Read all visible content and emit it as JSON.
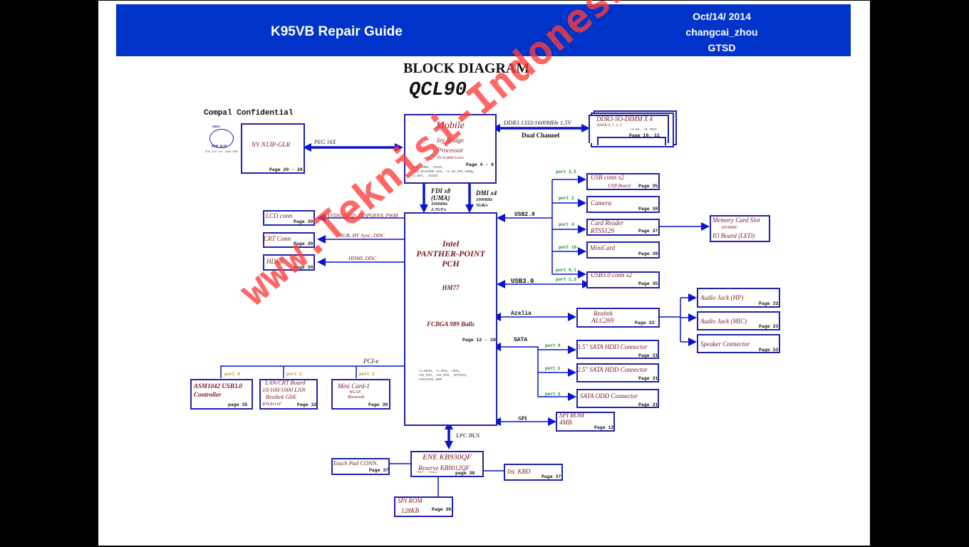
{
  "banner": {
    "title": "K95VB Repair Guide",
    "date": "Oct/14/ 2014",
    "author": "changcai_zhou",
    "dept": "GTSD"
  },
  "diagram": {
    "title": "BLOCK DIAGRAM",
    "model": "QCL90",
    "confidential": "Compal Confidential",
    "pcb_logo": {
      "top": "ZZZ1",
      "mid": "PCB M/B",
      "note": "PCB D/B for Lead ROM"
    },
    "colors": {
      "box_border": "#2222aa",
      "arrow": "#0a14d0",
      "label": "#7a1a22",
      "port": "#1a8a2a",
      "banner": "#0033c9",
      "watermark": "#ff3c3c"
    },
    "gpu": {
      "label": "NV N13P-GLR",
      "page": "Page 20 - 28"
    },
    "peg": "PEG 16X",
    "cpu": {
      "l1": "Mobile",
      "l2": "Ivy Bridge",
      "l3": "Processor",
      "socket": "rPGA 988B Socket",
      "page": "Page 4 - 9",
      "rails": [
        "+VCC_CORE, +VCCP,",
        "+VCC_GFXCORE_AXG, +1.5V_CPU_VDDQ,",
        "+1.8VS, _VCCSA"
      ]
    },
    "ddr": {
      "bus": "DDR3 1333/1600MHz 1.5V",
      "channel": "Dual Channel",
      "label": "DDR3-SO-DIMM X 4",
      "bank": "BANK 0, 1, 2, 3",
      "rail": "+1.5V, +0.75VS",
      "page": "Page 10, 11"
    },
    "fdi": {
      "l1": "FDI x8",
      "l2": "(UMA)",
      "l3": "100MHz",
      "l4": "2.7GT/s"
    },
    "dmi": {
      "l1": "DMI x4",
      "l2": "100MHz",
      "l3": "5GB/s"
    },
    "pch": {
      "l1": "Intel",
      "l2": "PANTHER-POINT",
      "l3": "PCH",
      "chip": "HM77",
      "pkg": "FCBGA 989 Balls",
      "page": "Page 12 - 19",
      "rails": [
        "+1.05VS, +1.8VS, +3VS,",
        "+3V_PCH, +5V_PCH, +RTCVCC,",
        "+VCCAFDI_VRM"
      ]
    },
    "display": [
      {
        "label": "LCD conn",
        "page": "Page 30",
        "bus": "LVDS, EDID, DISPOFF#, PWM"
      },
      {
        "label": "CRT Conn",
        "page": "Page 30",
        "bus": "RGB, HV Sync, DDC"
      },
      {
        "label": "HDMI",
        "page": "Page 34",
        "bus": "HDMI, DDC"
      }
    ],
    "usb2": {
      "bus": "USB2.0",
      "items": [
        {
          "port": "port 2,5",
          "label": "USB conn x2",
          "sub": "USB Board",
          "page": "Page 35"
        },
        {
          "port": "port 3",
          "label": "Camera",
          "page": "Page 30"
        },
        {
          "port": "port 4",
          "label": "Card Reader",
          "sub": "RTS5129",
          "page": "Page 37"
        },
        {
          "port": "port 10",
          "label": "MiniCard",
          "page": "Page 39"
        },
        {
          "port": "port 0,1",
          "label": "USB3.0 conn x2",
          "page": "Page 35"
        }
      ]
    },
    "usb3": {
      "bus": "USB3.0",
      "port": "port 1,2"
    },
    "memcard": {
      "l1": "Memory Card Slot",
      "l2": "SD/MMC",
      "l3": "IO Board (LED)"
    },
    "azalia": {
      "bus": "Azalia",
      "codec": "Realtek",
      "codec2": "ALC269",
      "page": "Page 33",
      "outputs": [
        {
          "label": "Audio Jack (HP)",
          "page": "Page 33"
        },
        {
          "label": "Audio Jack (MIC)",
          "page": "Page 33"
        },
        {
          "label": "Speaker Connector",
          "page": "Page 33"
        }
      ]
    },
    "sata": {
      "bus": "SATA",
      "items": [
        {
          "port": "port 0",
          "label": "3.5\" SATA HDD Connector",
          "page": "Page 31"
        },
        {
          "port": "port 1",
          "label": "2.5\" SATA HDD Connector",
          "page": "Page 31"
        },
        {
          "port": "port 2",
          "label": "SATA ODD  Connector",
          "page": "Page 31"
        }
      ]
    },
    "spi": {
      "bus": "SPI",
      "l1": "SPI ROM",
      "l2": "4MB",
      "page": "Page 12"
    },
    "pcie": {
      "bus": "PCI-e",
      "items": [
        {
          "port": "port 4",
          "l1": "ASM1042 USB3.0",
          "l2": "Controller",
          "page": "page 35"
        },
        {
          "port": "port 1",
          "l1": "LAN/CRT Board",
          "l2": "10/100/1000 LAN",
          "l3": "Realtek GbE",
          "l4": "RTL8111F",
          "page": "Page 32"
        },
        {
          "port": "port 2",
          "l1": "Mini Card-1",
          "l2": "WLAN",
          "l3": "Bluetooth",
          "page": "Page 39"
        }
      ]
    },
    "lpc": {
      "bus": "LPC BUS"
    },
    "ec": {
      "l1": "ENE KB930QF",
      "l2": "Reserve KB9012QF",
      "rail": "+3VLP / +3VALW",
      "page": "page 38"
    },
    "touchpad": {
      "label": "Touch Pad CONN.",
      "page": "Page 37"
    },
    "kbd": {
      "label": "Int. KBD",
      "page": "Page 37"
    },
    "ecrom": {
      "l1": "SPI ROM",
      "l2": "128KB",
      "page": "Page 38"
    }
  },
  "watermark": "www.Teknisi-Indonesia.com"
}
